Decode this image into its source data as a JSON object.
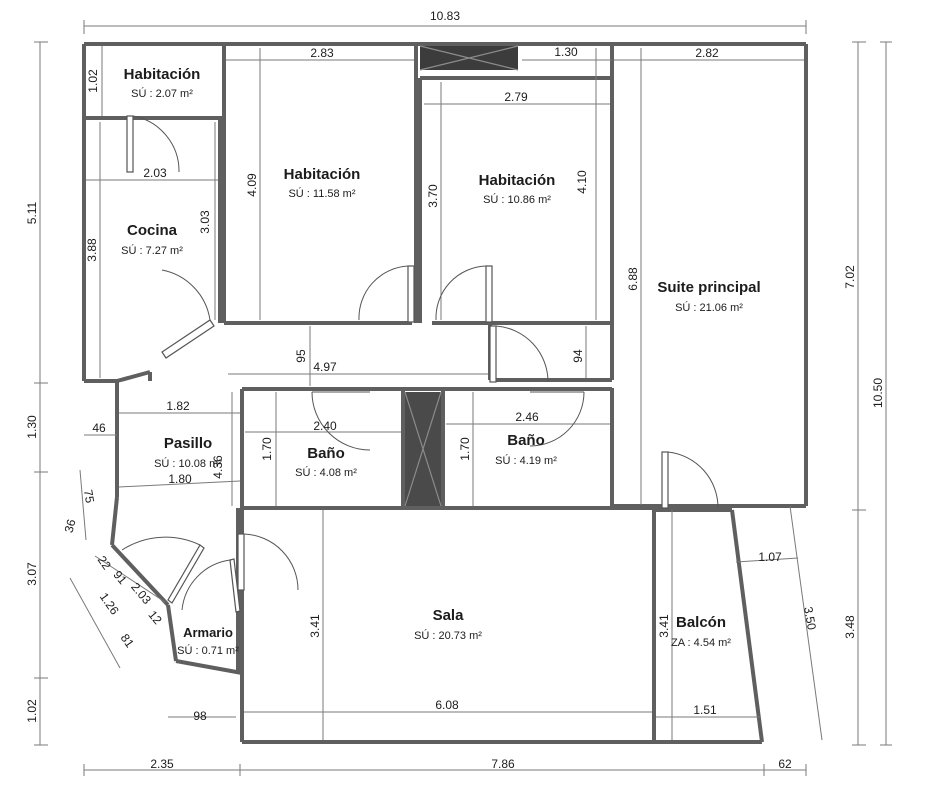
{
  "rooms": {
    "hab_small": {
      "name": "Habitación",
      "area": "SÚ : 2.07 m²"
    },
    "hab_mid": {
      "name": "Habitación",
      "area": "SÚ : 11.58 m²"
    },
    "hab_right": {
      "name": "Habitación",
      "area": "SÚ : 10.86 m²"
    },
    "suite": {
      "name": "Suite principal",
      "area": "SÚ : 21.06 m²"
    },
    "cocina": {
      "name": "Cocina",
      "area": "SÚ : 7.27 m²"
    },
    "pasillo": {
      "name": "Pasillo",
      "area": "SÚ : 10.08 m²"
    },
    "bano1": {
      "name": "Baño",
      "area": "SÚ : 4.08 m²"
    },
    "bano2": {
      "name": "Baño",
      "area": "SÚ : 4.19 m²"
    },
    "sala": {
      "name": "Sala",
      "area": "SÚ : 20.73 m²"
    },
    "balcon": {
      "name": "Balcón",
      "area": "ZA : 4.54 m²"
    },
    "armario": {
      "name": "Armario",
      "area": "SÚ : 0.71 m²"
    }
  },
  "dimensions": {
    "top_total": "10.83",
    "top_283": "2.83",
    "top_130": "1.30",
    "top_282": "2.82",
    "d_279": "2.79",
    "d_203": "2.03",
    "d_102_hab": "1.02",
    "d_303": "3.03",
    "d_388": "3.88",
    "d_409": "4.09",
    "d_370": "3.70",
    "d_410": "4.10",
    "d_688": "6.88",
    "d_95": "95",
    "d_497": "4.97",
    "d_94": "94",
    "d_182": "1.82",
    "d_46": "46",
    "d_240": "2.40",
    "d_246": "2.46",
    "d_170a": "1.70",
    "d_170b": "1.70",
    "d_436": "4.36",
    "d_180": "1.80",
    "d_75": "75",
    "d_36": "36",
    "d_22": "22",
    "d_91": "91",
    "d_203b": "2.03",
    "d_12": "12",
    "d_126": "1.26",
    "d_81": "81",
    "d_341a": "3.41",
    "d_341b": "3.41",
    "d_608": "6.08",
    "d_151": "1.51",
    "d_107": "1.07",
    "d_350": "3.50",
    "d_98": "98",
    "left_511": "5.11",
    "left_130": "1.30",
    "left_307": "3.07",
    "left_102": "1.02",
    "right_702": "7.02",
    "right_1050": "10.50",
    "right_348": "3.48",
    "bottom_235": "2.35",
    "bottom_786": "7.86",
    "bottom_62": "62"
  }
}
